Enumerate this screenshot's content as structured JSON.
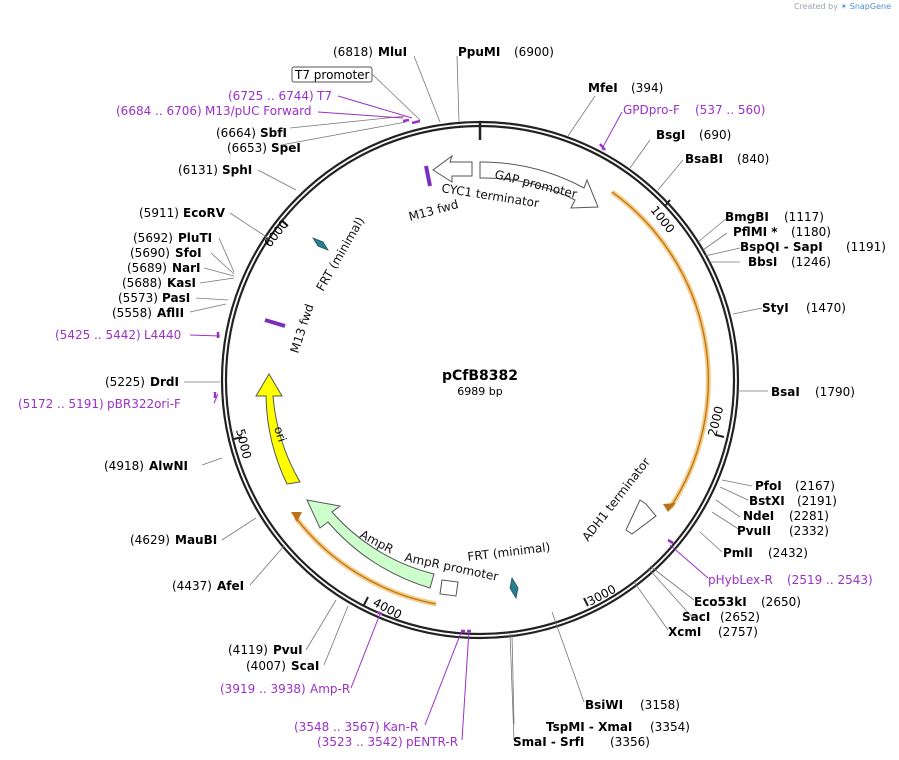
{
  "credit": {
    "prefix": "Created by",
    "brand": "SnapGene"
  },
  "plasmid": {
    "name": "pCfB8382",
    "length_label": "6989 bp",
    "length": 6989
  },
  "ticks": [
    {
      "pos": 1000,
      "label": "1000"
    },
    {
      "pos": 2000,
      "label": "2000"
    },
    {
      "pos": 3000,
      "label": "3000"
    },
    {
      "pos": 4000,
      "label": "4000"
    },
    {
      "pos": 5000,
      "label": "5000"
    },
    {
      "pos": 6000,
      "label": "6000"
    }
  ],
  "enzymes": [
    {
      "name": "PpuMI",
      "pos": "(6900)"
    },
    {
      "name": "MfeI",
      "pos": "(394)"
    },
    {
      "name": "BsgI",
      "pos": "(690)"
    },
    {
      "name": "BsaBI",
      "pos": "(840)"
    },
    {
      "name": "BmgBI",
      "pos": "(1117)"
    },
    {
      "name": "PflMI *",
      "pos": "(1180)"
    },
    {
      "name": "BspQI  -  SapI",
      "pos": "(1191)"
    },
    {
      "name": "BbsI",
      "pos": "(1246)"
    },
    {
      "name": "StyI",
      "pos": "(1470)"
    },
    {
      "name": "BsaI",
      "pos": "(1790)"
    },
    {
      "name": "PfoI",
      "pos": "(2167)"
    },
    {
      "name": "BstXI",
      "pos": "(2191)"
    },
    {
      "name": "NdeI",
      "pos": "(2281)"
    },
    {
      "name": "PvuII",
      "pos": "(2332)"
    },
    {
      "name": "PmlI",
      "pos": "(2432)"
    },
    {
      "name": "Eco53kI",
      "pos": "(2650)"
    },
    {
      "name": "SacI",
      "pos": "(2652)"
    },
    {
      "name": "XcmI",
      "pos": "(2757)"
    },
    {
      "name": "BsiWI",
      "pos": "(3158)"
    },
    {
      "name": "TspMI  -  XmaI",
      "pos": "(3354)"
    },
    {
      "name": "SmaI  -  SrfI",
      "pos": "(3356)"
    },
    {
      "name": "MluI",
      "pos": "(6818)"
    },
    {
      "name": "SbfI",
      "pos": "(6664)"
    },
    {
      "name": "SpeI",
      "pos": "(6653)"
    },
    {
      "name": "SphI",
      "pos": "(6131)"
    },
    {
      "name": "EcoRV",
      "pos": "(5911)"
    },
    {
      "name": "PluTI",
      "pos": "(5692)"
    },
    {
      "name": "SfoI",
      "pos": "(5690)"
    },
    {
      "name": "NarI",
      "pos": "(5689)"
    },
    {
      "name": "KasI",
      "pos": "(5688)"
    },
    {
      "name": "PasI",
      "pos": "(5573)"
    },
    {
      "name": "AflII",
      "pos": "(5558)"
    },
    {
      "name": "DrdI",
      "pos": "(5225)"
    },
    {
      "name": "AlwNI",
      "pos": "(4918)"
    },
    {
      "name": "MauBI",
      "pos": "(4629)"
    },
    {
      "name": "AfeI",
      "pos": "(4437)"
    },
    {
      "name": "PvuI",
      "pos": "(4119)"
    },
    {
      "name": "ScaI",
      "pos": "(4007)"
    }
  ],
  "primers": [
    {
      "name": "GPDpro-F",
      "range": "(537 .. 560)"
    },
    {
      "name": "pHybLex-R",
      "range": "(2519 .. 2543)"
    },
    {
      "name": "Amp-R",
      "range": "(3919 .. 3938)"
    },
    {
      "name": "Kan-R",
      "range": "(3548 .. 3567)"
    },
    {
      "name": "pENTR-R",
      "range": "(3523 .. 3542)"
    },
    {
      "name": "pBR322ori-F",
      "range": "(5172 .. 5191)"
    },
    {
      "name": "L4440",
      "range": "(5425 .. 5442)"
    },
    {
      "name": "M13/pUC Forward",
      "range": "(6684 .. 6706)"
    },
    {
      "name": "T7",
      "range": "(6725 .. 6744)"
    }
  ],
  "features": {
    "gap_promoter": "GAP promoter",
    "cyc1_terminator": "CYC1 terminator",
    "m13_fwd_top": "M13 fwd",
    "m13_fwd_left": "M13 fwd",
    "frt_minimal_left": "FRT (minimal)",
    "frt_minimal_bottom": "FRT (minimal)",
    "adh1_terminator": "ADH1 terminator",
    "ori": "ori",
    "ampr": "AmpR",
    "ampr_promoter": "AmpR promoter",
    "t7_promoter": "T7 promoter"
  },
  "colors": {
    "backbone": "#222222",
    "enzyme_line": "#777777",
    "primer": "#9b30c8",
    "orf": "#f0a830",
    "ori": "#ffff00",
    "ampr": "#ccffcc",
    "frt": "#2a7f8f",
    "m13": "#7b2fbf"
  }
}
